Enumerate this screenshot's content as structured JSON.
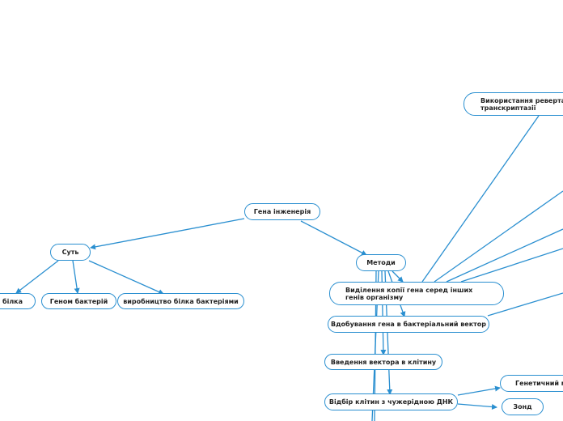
{
  "diagram": {
    "colors": {
      "line": "#2a8fd0",
      "text": "#222222",
      "background": "#ffffff"
    },
    "nodes": {
      "root": "Гена інженерія",
      "essence": "Суть",
      "methods": "Методи",
      "protein": "и білка",
      "genome": "Геном бактерій",
      "production": "виробництво білка бактеріями",
      "isolation": "Виділення копії гена серед інших генів організму",
      "insertion": "Вдобування гена в бактеріальний вектор",
      "introduction": "Введення вектора в клітину",
      "selection": "Відбір клітин з чужерідною ДНК",
      "reverse": "Використання ревертази-транскриптазії",
      "marker": "Генетичний мар",
      "probe": "Зонд"
    }
  }
}
